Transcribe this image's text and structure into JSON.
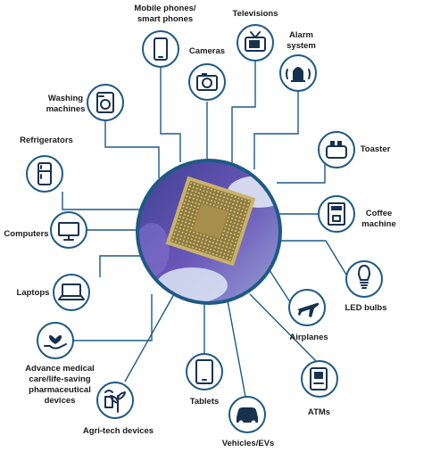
{
  "colors": {
    "stroke": "#1d5a85",
    "icon": "#17324f",
    "center_ring": "#1d5a85",
    "chip_background": "#5b4a9c"
  },
  "center": {
    "icon": "microprocessor-chip-photo"
  },
  "nodes": [
    {
      "key": "mobile",
      "label": "Mobile phones/\nsmart phones",
      "icon": "smartphone-icon"
    },
    {
      "key": "tv",
      "label": "Televisions",
      "icon": "television-icon"
    },
    {
      "key": "cameras",
      "label": "Cameras",
      "icon": "camera-icon"
    },
    {
      "key": "alarm",
      "label": "Alarm\nsystem",
      "icon": "alarm-bell-icon"
    },
    {
      "key": "washing",
      "label": "Washing\nmachines",
      "icon": "washing-machine-icon"
    },
    {
      "key": "fridge",
      "label": "Refrigerators",
      "icon": "refrigerator-icon"
    },
    {
      "key": "toaster",
      "label": "Toaster",
      "icon": "toaster-icon"
    },
    {
      "key": "coffee",
      "label": "Coffee\nmachine",
      "icon": "coffee-machine-icon"
    },
    {
      "key": "computers",
      "label": "Computers",
      "icon": "monitor-icon"
    },
    {
      "key": "laptops",
      "label": "Laptops",
      "icon": "laptop-icon"
    },
    {
      "key": "led",
      "label": "LED bulbs",
      "icon": "led-bulb-icon"
    },
    {
      "key": "airplanes",
      "label": "Airplanes",
      "icon": "airplane-icon"
    },
    {
      "key": "medical",
      "label": "Advance medical\ncare/life-saving\npharmaceutical\ndevices",
      "icon": "medical-heart-hand-icon"
    },
    {
      "key": "atms",
      "label": "ATMs",
      "icon": "atm-icon"
    },
    {
      "key": "tablets",
      "label": "Tablets",
      "icon": "tablet-icon"
    },
    {
      "key": "agri",
      "label": "Agri-tech devices",
      "icon": "agri-tech-icon"
    },
    {
      "key": "vehicles",
      "label": "Vehicles/EVs",
      "icon": "car-icon"
    }
  ]
}
